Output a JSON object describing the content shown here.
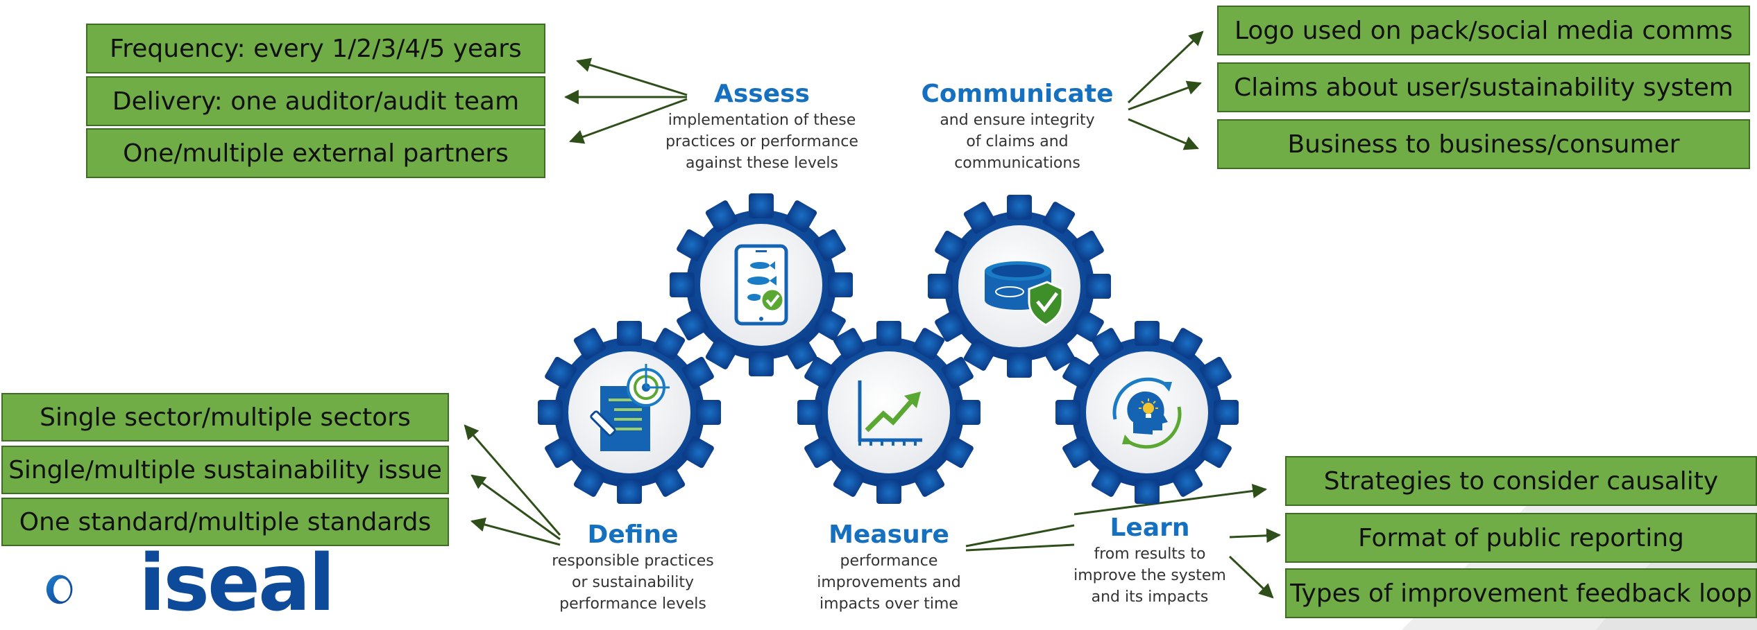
{
  "boxes": {
    "assess": [
      "Frequency: every 1/2/3/4/5 years",
      "Delivery: one auditor/audit team",
      "One/multiple external partners"
    ],
    "communicate": [
      "Logo used on pack/social media comms",
      "Claims about user/sustainability system",
      "Business to business/consumer"
    ],
    "define": [
      "Single sector/multiple sectors",
      "Single/multiple sustainability issue",
      "One standard/multiple standards"
    ],
    "learn": [
      "Strategies to consider causality",
      "Format of public reporting",
      "Types of improvement feedback loop"
    ]
  },
  "stages": {
    "assess": {
      "title": "Assess",
      "lines": [
        "implementation of these",
        "practices or performance",
        "against these levels"
      ]
    },
    "communicate": {
      "title": "Communicate",
      "lines": [
        "and ensure integrity",
        "of claims and",
        "communications"
      ]
    },
    "define": {
      "title": "Define",
      "lines": [
        "responsible practices",
        "or sustainability",
        "performance levels"
      ]
    },
    "measure": {
      "title": "Measure",
      "lines": [
        "performance",
        "improvements and",
        "impacts over time"
      ]
    },
    "learn": {
      "title": "Learn",
      "lines": [
        "from results to",
        "improve the system",
        "and its impacts"
      ]
    }
  },
  "icons": {
    "assess": "tablet-fish-check-icon",
    "communicate": "tuna-can-shield-icon",
    "define": "document-target-icon",
    "measure": "growth-chart-icon",
    "learn": "head-lightbulb-cycle-icon"
  },
  "logo": {
    "text": "iseal"
  },
  "colors": {
    "box_fill": "#70ad47",
    "box_border": "#3f6c25",
    "gear": "#0d4a9a",
    "title": "#1570c0",
    "arrow": "#2f4f1a",
    "icon_green": "#5aa832"
  }
}
